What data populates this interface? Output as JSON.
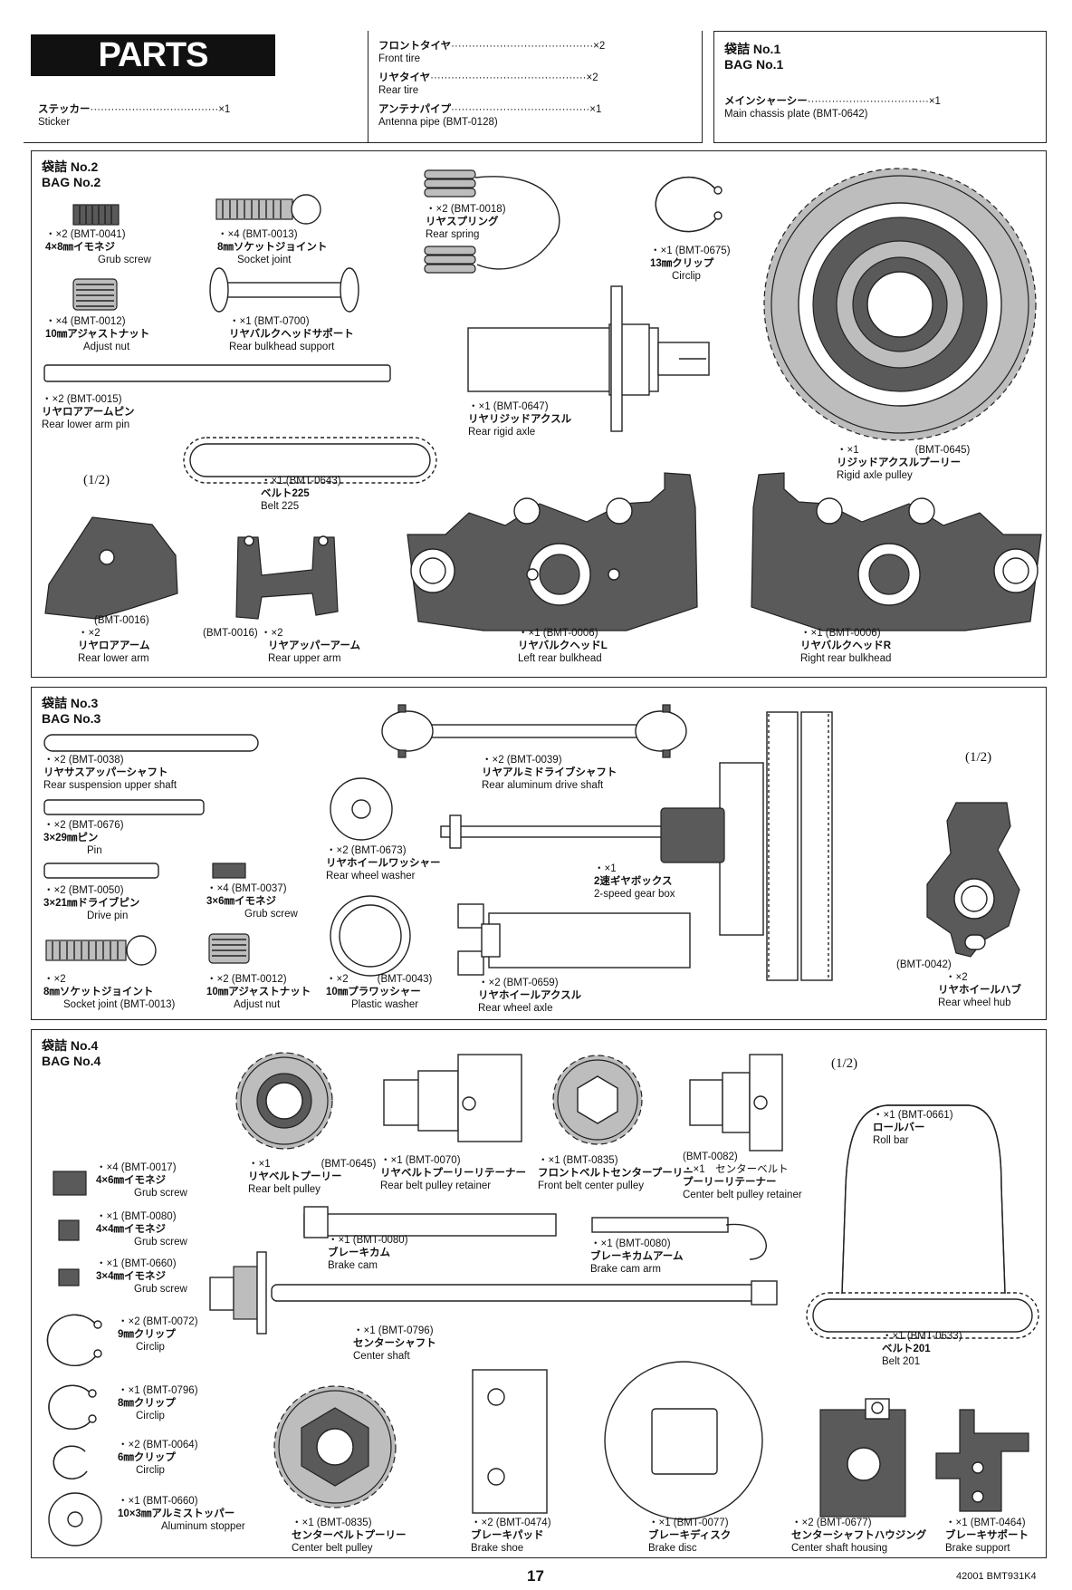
{
  "header": {
    "title": "PARTS",
    "sticker": {
      "jp": "ステッカー",
      "qty": "×1",
      "en": "Sticker"
    },
    "front_tire": {
      "jp": "フロントタイヤ",
      "qty": "×2",
      "en": "Front tire"
    },
    "rear_tire": {
      "jp": "リヤタイヤ",
      "qty": "×2",
      "en": "Rear tire"
    },
    "antenna": {
      "jp": "アンテナパイプ",
      "qty": "×1",
      "en": "Antenna pipe (BMT-0128)"
    },
    "bag1": {
      "jp": "袋詰 No.1",
      "en": "BAG No.1"
    },
    "main_chassis": {
      "jp": "メインシャーシー",
      "qty": "×1",
      "en": "Main chassis plate (BMT-0642)"
    }
  },
  "bag2": {
    "jp": "袋詰 No.2",
    "en": "BAG No.2",
    "half": "(1/2)",
    "parts": [
      {
        "id": "grub-screw-0041",
        "l1": "・×2 (BMT-0041)",
        "l2": "4×8㎜イモネジ",
        "l3": "Grub screw"
      },
      {
        "id": "socket-joint-0013",
        "l1": "・×4 (BMT-0013)",
        "l2": "8㎜ソケットジョイント",
        "l3": "Socket joint"
      },
      {
        "id": "rear-spring",
        "l1": "・×2 (BMT-0018)",
        "l2": "リヤスプリング",
        "l3": "Rear spring"
      },
      {
        "id": "circlip-0675",
        "l1": "・×1 (BMT-0675)",
        "l2": "13㎜クリップ",
        "l3": "Circlip"
      },
      {
        "id": "adjust-nut-0012",
        "l1": "・×4 (BMT-0012)",
        "l2": "10㎜アジャストナット",
        "l3": "Adjust nut"
      },
      {
        "id": "bulkhead-support",
        "l1": "・×1 (BMT-0700)",
        "l2": "リヤバルクヘッドサポート",
        "l3": "Rear bulkhead support"
      },
      {
        "id": "lower-arm-pin",
        "l1": "・×2 (BMT-0015)",
        "l2": "リヤロアアームピン",
        "l3": "Rear lower arm pin"
      },
      {
        "id": "rigid-axle",
        "l1": "・×1 (BMT-0647)",
        "l2": "リヤリジッドアクスル",
        "l3": "Rear rigid axle"
      },
      {
        "id": "rigid-axle-pulley",
        "l1": "・×1",
        "l1b": "(BMT-0645)",
        "l2": "リジッドアクスルプーリー",
        "l3": "Rigid axle pulley"
      },
      {
        "id": "belt-225",
        "l1": "・×1 (BMT-0643)",
        "l2": "ベルト225",
        "l3": "Belt 225"
      },
      {
        "id": "lower-arm",
        "l0": "(BMT-0016)",
        "l1": "・×2",
        "l2": "リヤロアアーム",
        "l3": "Rear lower arm"
      },
      {
        "id": "upper-arm",
        "l0": "(BMT-0016)",
        "l1": "・×2",
        "l2": "リヤアッパーアーム",
        "l3": "Rear upper arm"
      },
      {
        "id": "left-bulkhead",
        "l1": "・×1 (BMT-0006)",
        "l2": "リヤバルクヘッドL",
        "l3": "Left rear bulkhead"
      },
      {
        "id": "right-bulkhead",
        "l1": "・×1 (BMT-0006)",
        "l2": "リヤバルクヘッドR",
        "l3": "Right rear bulkhead"
      }
    ]
  },
  "bag3": {
    "jp": "袋詰 No.3",
    "en": "BAG No.3",
    "half": "(1/2)",
    "parts": [
      {
        "id": "upper-shaft",
        "l1": "・×2 (BMT-0038)",
        "l2": "リヤサスアッパーシャフト",
        "l3": "Rear suspension upper shaft"
      },
      {
        "id": "drive-shaft",
        "l1": "・×2 (BMT-0039)",
        "l2": "リヤアルミドライブシャフト",
        "l3": "Rear aluminum drive shaft"
      },
      {
        "id": "pin-0676",
        "l1": "・×2 (BMT-0676)",
        "l2": "3×29㎜ピン",
        "l3": "Pin"
      },
      {
        "id": "wheel-washer",
        "l1": "・×2 (BMT-0673)",
        "l2": "リヤホイールワッシャー",
        "l3": "Rear wheel washer"
      },
      {
        "id": "drive-pin",
        "l1": "・×2 (BMT-0050)",
        "l2": "3×21㎜ドライブピン",
        "l3": "Drive pin"
      },
      {
        "id": "grub-0037",
        "l1": "・×4 (BMT-0037)",
        "l2": "3×6㎜イモネジ",
        "l3": "Grub screw"
      },
      {
        "id": "gearbox",
        "l1": "・×1",
        "l2": "2速ギヤボックス",
        "l3": "2-speed gear box"
      },
      {
        "id": "socket-joint-b3",
        "l1": "・×2",
        "l2": "8㎜ソケットジョイント",
        "l3": "Socket joint (BMT-0013)"
      },
      {
        "id": "adjust-nut-b3",
        "l1": "・×2 (BMT-0012)",
        "l2": "10㎜アジャストナット",
        "l3": "Adjust nut"
      },
      {
        "id": "plastic-washer",
        "l1": "・×2",
        "l1b": "(BMT-0043)",
        "l2": "10㎜プラワッシャー",
        "l3": "Plastic washer"
      },
      {
        "id": "wheel-axle",
        "l1": "・×2 (BMT-0659)",
        "l2": "リヤホイールアクスル",
        "l3": "Rear wheel axle"
      },
      {
        "id": "wheel-hub",
        "l0": "(BMT-0042)",
        "l1": "・×2",
        "l2": "リヤホイールハブ",
        "l3": "Rear wheel hub"
      }
    ]
  },
  "bag4": {
    "jp": "袋詰 No.4",
    "en": "BAG No.4",
    "half": "(1/2)",
    "parts": [
      {
        "id": "grub-0017",
        "l1": "・×4 (BMT-0017)",
        "l2": "4×6㎜イモネジ",
        "l3": "Grub screw"
      },
      {
        "id": "rear-belt-pulley",
        "l1": "・×1",
        "l1b": "(BMT-0645)",
        "l2": "リヤベルトプーリー",
        "l3": "Rear belt pulley"
      },
      {
        "id": "pulley-retainer",
        "l1": "・×1 (BMT-0070)",
        "l2": "リヤベルトプーリーリテーナー",
        "l3": "Rear belt pulley retainer"
      },
      {
        "id": "front-center-pulley",
        "l1": "・×1 (BMT-0835)",
        "l2": "フロントベルトセンタープーリー",
        "l3": "Front belt center pulley"
      },
      {
        "id": "center-retainer",
        "l0": "(BMT-0082)",
        "l1": "・×1　センターベルト",
        "l2": "プーリーリテーナー",
        "l3": "Center belt pulley retainer"
      },
      {
        "id": "roll-bar",
        "l1": "・×1 (BMT-0661)",
        "l2": "ロールバー",
        "l3": "Roll bar"
      },
      {
        "id": "grub-0080",
        "l1": "・×1 (BMT-0080)",
        "l2": "4×4㎜イモネジ",
        "l3": "Grub screw"
      },
      {
        "id": "brake-cam",
        "l1": "・×1 (BMT-0080)",
        "l2": "ブレーキカム",
        "l3": "Brake cam"
      },
      {
        "id": "brake-cam-arm",
        "l1": "・×1 (BMT-0080)",
        "l2": "ブレーキカムアーム",
        "l3": "Brake cam arm"
      },
      {
        "id": "grub-0660",
        "l1": "・×1 (BMT-0660)",
        "l2": "3×4㎜イモネジ",
        "l3": "Grub screw"
      },
      {
        "id": "circlip-0072",
        "l1": "・×2 (BMT-0072)",
        "l2": "9㎜クリップ",
        "l3": "Circlip"
      },
      {
        "id": "center-shaft",
        "l1": "・×1 (BMT-0796)",
        "l2": "センターシャフト",
        "l3": "Center shaft"
      },
      {
        "id": "belt-201",
        "l1": "・×1 (BMT-0633)",
        "l2": "ベルト201",
        "l3": "Belt 201"
      },
      {
        "id": "circlip-0796",
        "l1": "・×1 (BMT-0796)",
        "l2": "8㎜クリップ",
        "l3": "Circlip"
      },
      {
        "id": "circlip-0064",
        "l1": "・×2 (BMT-0064)",
        "l2": "6㎜クリップ",
        "l3": "Circlip"
      },
      {
        "id": "al-stopper",
        "l1": "・×1 (BMT-0660)",
        "l2": "10×3㎜アルミストッパー",
        "l3": "Aluminum stopper"
      },
      {
        "id": "center-belt-pulley",
        "l1": "・×1 (BMT-0835)",
        "l2": "センターベルトプーリー",
        "l3": "Center belt pulley"
      },
      {
        "id": "brake-shoe",
        "l1": "・×2 (BMT-0474)",
        "l2": "ブレーキパッド",
        "l3": "Brake shoe"
      },
      {
        "id": "brake-disc",
        "l1": "・×1 (BMT-0077)",
        "l2": "ブレーキディスク",
        "l3": "Brake disc"
      },
      {
        "id": "shaft-housing",
        "l1": "・×2 (BMT-0677)",
        "l2": "センターシャフトハウジング",
        "l3": "Center shaft housing"
      },
      {
        "id": "brake-support",
        "l1": "・×1 (BMT-0464)",
        "l2": "ブレーキサポート",
        "l3": "Brake support"
      }
    ]
  },
  "footer": {
    "page": "17",
    "code": "42001 BMT931K4"
  }
}
